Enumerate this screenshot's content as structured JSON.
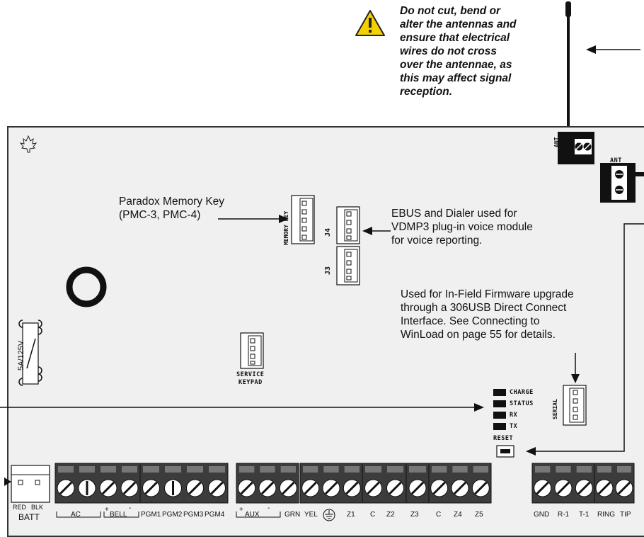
{
  "warning": {
    "text": "Do not cut, bend or\nalter the antennas and\nensure that electrical\nwires do not cross\nover the antennae, as\nthis may affect signal\nreception."
  },
  "callouts": {
    "memory_key": "Paradox Memory Key\n(PMC-3, PMC-4)",
    "ebus": "EBUS and Dialer used for\nVDMP3 plug-in voice module\nfor voice reporting.",
    "firmware": "Used for In-Field Firmware upgrade\nthrough a 306USB Direct Connect\nInterface. See Connecting to\nWinLoad on page 55 for details."
  },
  "board_labels": {
    "ant1": "ANT",
    "ant2": "ANT",
    "memory_key": "MEMORY KEY",
    "j4": "J4",
    "j3": "J3",
    "service_keypad_line1": "SERVICE",
    "service_keypad_line2": "KEYPAD",
    "fuse": "5A/125V",
    "serial": "SERIAL",
    "reset": "RESET",
    "leds": [
      "CHARGE",
      "STATUS",
      "RX",
      "TX"
    ]
  },
  "battery": {
    "red": "RED",
    "blk": "BLK",
    "batt": "BATT"
  },
  "terminals": {
    "ac": "AC",
    "bell": "BELL",
    "bell_plus": "+",
    "bell_minus": "-",
    "pgm1": "PGM1",
    "pgm2": "PGM2",
    "pgm3": "PGM3",
    "pgm4": "PGM4",
    "aux": "AUX",
    "aux_plus": "+",
    "aux_minus": "-",
    "grn": "GRN",
    "yel": "YEL",
    "z1": "Z1",
    "c1": "C",
    "z2": "Z2",
    "z3": "Z3",
    "c2": "C",
    "z4": "Z4",
    "z5": "Z5",
    "gnd": "GND",
    "r1": "R-1",
    "t1": "T-1",
    "ring": "RING",
    "tip": "TIP"
  },
  "icons": {
    "warning": "warning-triangle-icon",
    "leaf": "maple-leaf-icon",
    "ground": "ground-symbol-icon"
  },
  "colors": {
    "warning_yellow": "#f5d000",
    "board": "#f0f0f0",
    "terminal_block": "#3c3c3c",
    "terminal_screw": "#ffffff"
  }
}
